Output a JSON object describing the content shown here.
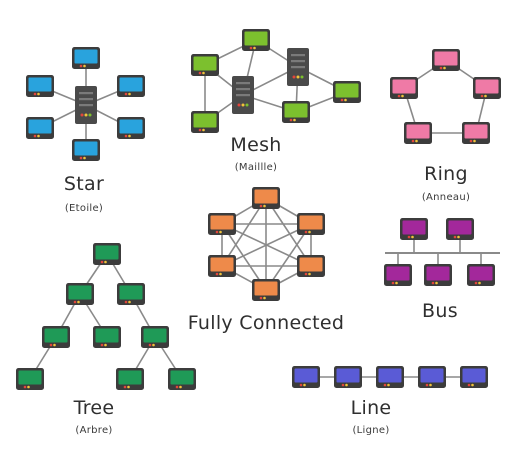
{
  "colors": {
    "star": "#29a3dd",
    "mesh": "#7cc02e",
    "ring": "#ef7aa6",
    "connected": "#ee8a4a",
    "bus": "#a3289b",
    "tree": "#1f9a57",
    "line": "#5a5bd6",
    "server": "#4a4a4a",
    "wire": "#8a8a8a",
    "text": "#2f2f2f"
  },
  "topologies": {
    "star": {
      "name": "Star",
      "subtitle": "(Etoile)"
    },
    "mesh": {
      "name": "Mesh",
      "subtitle": "(Maillle)"
    },
    "ring": {
      "name": "Ring",
      "subtitle": "(Anneau)"
    },
    "connected": {
      "name": "Fully Connected",
      "subtitle": ""
    },
    "bus": {
      "name": "Bus",
      "subtitle": ""
    },
    "tree": {
      "name": "Tree",
      "subtitle": "(Arbre)"
    },
    "line": {
      "name": "Line",
      "subtitle": "(Ligne)"
    }
  },
  "icons": {
    "computer": "monitor-icon",
    "server": "server-icon"
  }
}
